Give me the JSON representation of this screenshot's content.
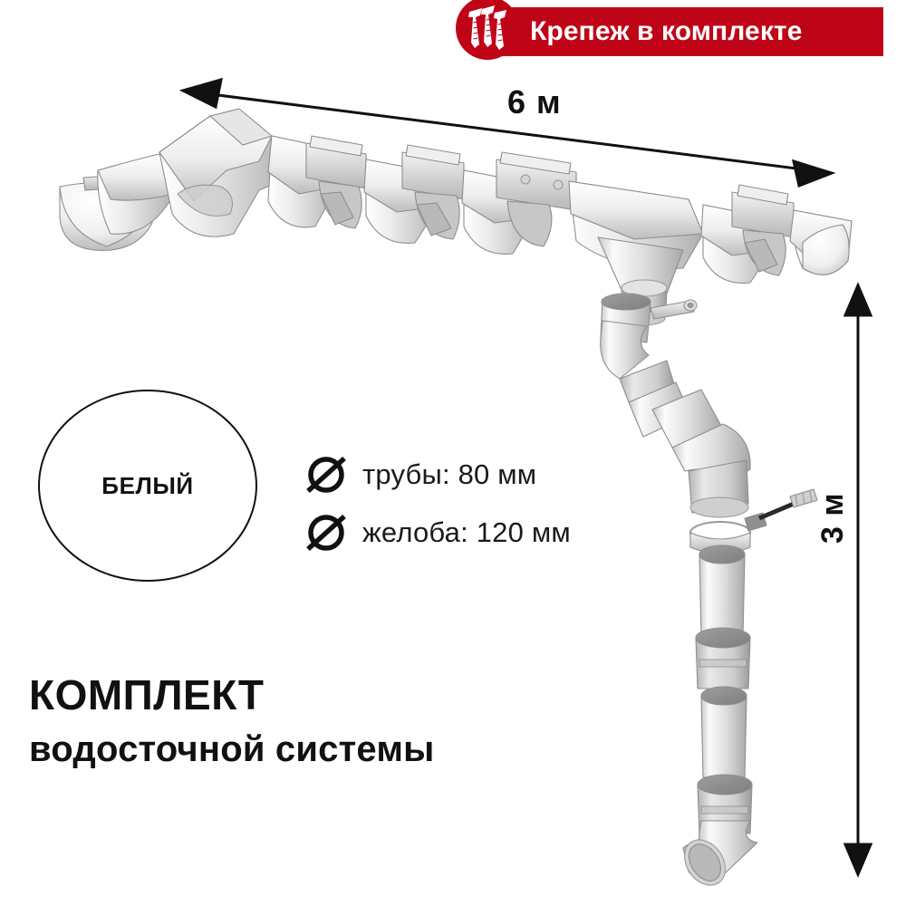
{
  "colors": {
    "brand_red": "#C00418",
    "ink": "#111111",
    "product_light": "#fafafa",
    "product_mid": "#d8d8d8",
    "product_dark": "#b0b0b0"
  },
  "badge": {
    "label": "Крепеж в комплекте",
    "icon": "screws-icon"
  },
  "color_swatch": {
    "label": "БЕЛЫЙ"
  },
  "specs": [
    {
      "icon": "diameter-icon",
      "label": "трубы: 80 мм"
    },
    {
      "icon": "diameter-icon",
      "label": "желоба: 120 мм"
    }
  ],
  "headline": {
    "line1": "КОМПЛЕКТ",
    "line2": "водосточной системы"
  },
  "dimensions": {
    "horizontal": "6 м",
    "vertical": "3 м"
  },
  "product": {
    "gutter_assembly": "gutter-run-with-corner-and-outlet",
    "downspout_assembly": "downspout-with-offset-bends-and-shoe"
  }
}
